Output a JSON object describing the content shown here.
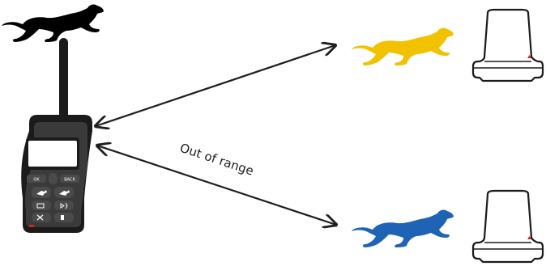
{
  "remote": {
    "buttons": {
      "ok": "OK",
      "back": "BACK"
    }
  },
  "range_label": "Out of range",
  "dogs": [
    {
      "color": "#f2c200"
    },
    {
      "color": "#1f63b4"
    }
  ],
  "collar": {
    "indicator_color": "#d6242a"
  }
}
